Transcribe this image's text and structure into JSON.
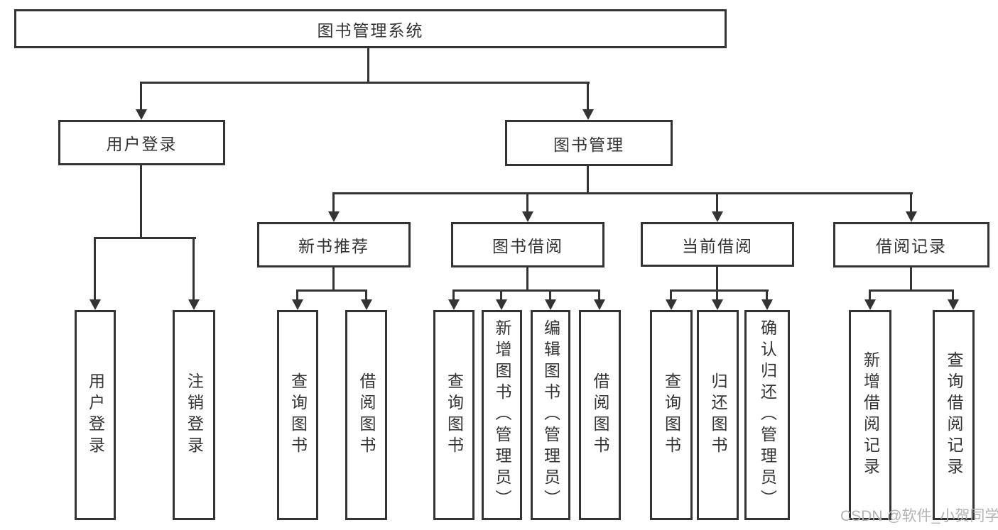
{
  "tree": {
    "root": {
      "label": "图书管理系统"
    },
    "children": [
      {
        "label": "用户登录",
        "children": [
          {
            "label": "用户登录"
          },
          {
            "label": "注销登录"
          }
        ]
      },
      {
        "label": "图书管理",
        "children": [
          {
            "label": "新书推荐",
            "children": [
              {
                "label": "查询图书"
              },
              {
                "label": "借阅图书"
              }
            ]
          },
          {
            "label": "图书借阅",
            "children": [
              {
                "label": "查询图书"
              },
              {
                "label": "新增图书（管理员）"
              },
              {
                "label": "编辑图书（管理员）"
              },
              {
                "label": "借阅图书"
              }
            ]
          },
          {
            "label": "当前借阅",
            "children": [
              {
                "label": "查询图书"
              },
              {
                "label": "归还图书"
              },
              {
                "label": "确认归还（管理员）"
              }
            ]
          },
          {
            "label": "借阅记录",
            "children": [
              {
                "label": "新增借阅记录"
              },
              {
                "label": "查询借阅记录"
              }
            ]
          }
        ]
      }
    ]
  },
  "watermark": {
    "text": "CSDN @软件_小贺同学"
  },
  "colors": {
    "line": "#333333",
    "text": "#333333",
    "watermark_text": "#b3b3b3",
    "background": "#ffffff"
  }
}
